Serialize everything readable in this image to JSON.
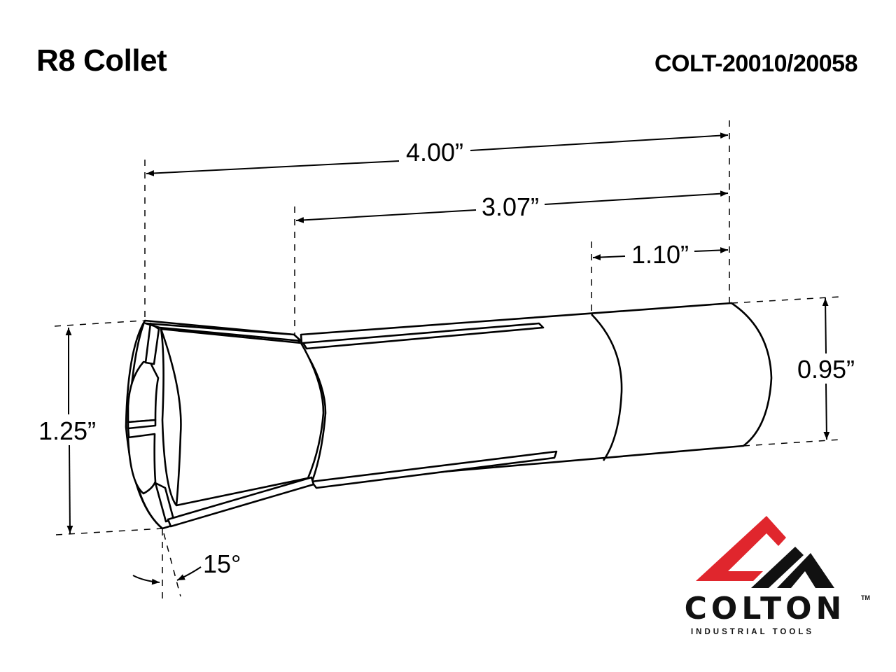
{
  "header": {
    "title": "R8 Collet",
    "part_number": "COLT-20010/20058"
  },
  "dimensions": {
    "overall_length": "4.00”",
    "body_length": "3.07”",
    "shank_end_length": "1.10”",
    "head_diameter": "1.25”",
    "shank_diameter": "0.95”",
    "taper_angle": "15°"
  },
  "logo": {
    "brand": "COLTON",
    "trademark": "TM",
    "tagline": "INDUSTRIAL TOOLS",
    "colors": {
      "red": "#e0262d",
      "black": "#111111"
    }
  }
}
